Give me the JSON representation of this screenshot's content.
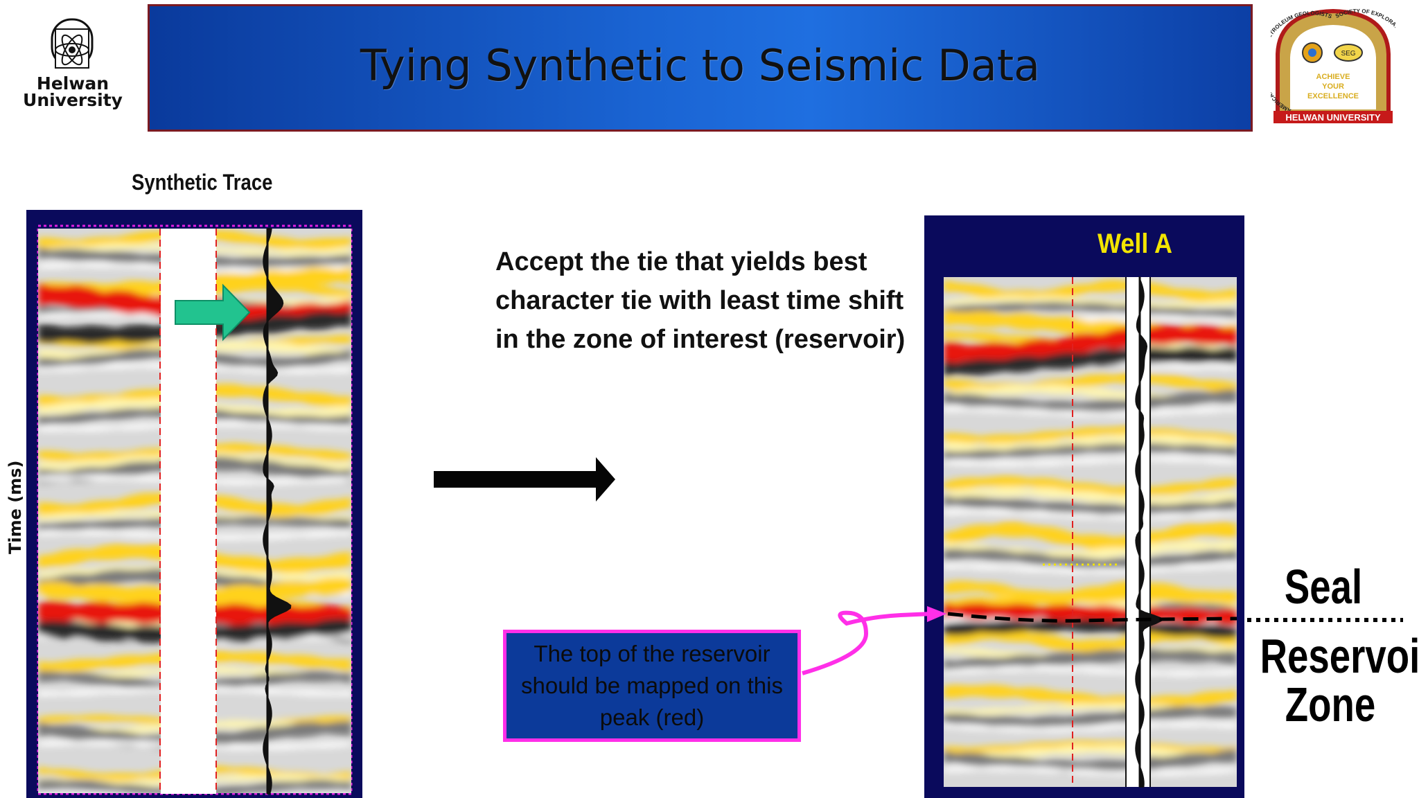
{
  "header": {
    "title": "Tying Synthetic to Seismic Data",
    "left_logo": {
      "line1": "Helwan",
      "line2": "University"
    },
    "right_logo": {
      "arc_left": "AMERICAN ASSOCIATION OF PETROLEUM GEOLOGISTS",
      "arc_right": "SOCIETY OF EXPLORATION GEOPHYSICISTS",
      "motto": [
        "ACHIEVE",
        "YOUR",
        "EXCELLENCE"
      ],
      "bottom": "HELWAN UNIVERSITY",
      "badge": "SEG"
    }
  },
  "left_panel": {
    "title": "Synthetic Trace",
    "axis_label": "Time (ms)"
  },
  "center": {
    "statement": "Accept the tie that yields best character tie with least time shift in the zone of interest (reservoir)"
  },
  "right_panel": {
    "well_label": "Well A"
  },
  "note": {
    "text": "The top of the reservoir should be mapped on this peak (red)"
  },
  "zones": {
    "seal": "Seal",
    "reservoir_line1": "Reservoir",
    "reservoir_line2": "Zone"
  },
  "colors": {
    "banner_blue": "#1a64d3",
    "panel_border": "#0a0a5c",
    "peak_red": "#e8180c",
    "peak_yellow": "#ffd21c",
    "note_border": "#ff2fe8",
    "note_fill": "#0c3a9a",
    "arrow_green": "#22c38f",
    "well_label": "#f2e400"
  },
  "icons": [
    "helwan-university-logo",
    "association-seal-logo",
    "right-arrow-icon",
    "green-arrow-icon"
  ]
}
